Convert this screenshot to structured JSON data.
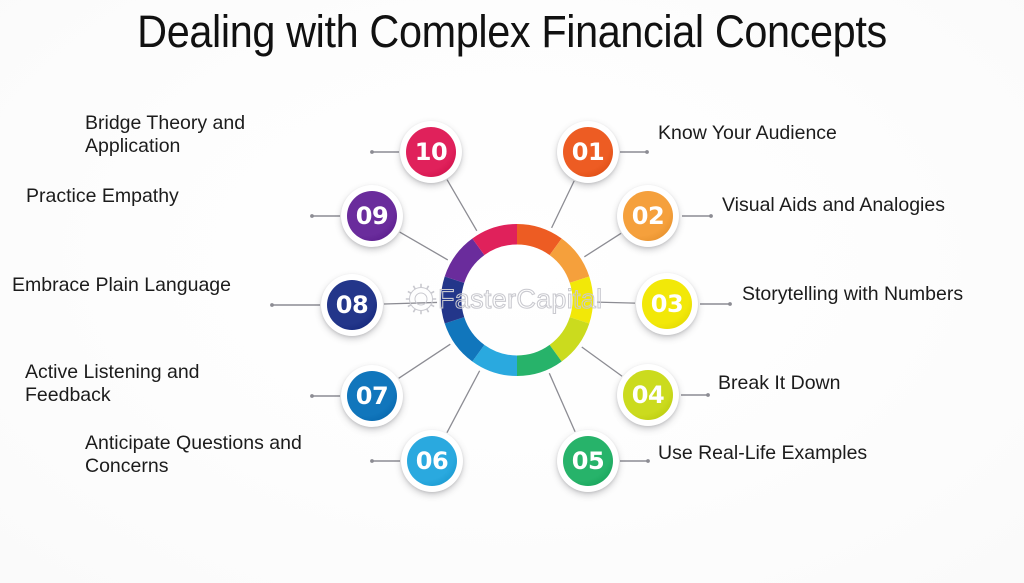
{
  "title": "Dealing with Complex Financial Concepts",
  "watermark": {
    "text": "FasterCapital",
    "icon": "gear-icon"
  },
  "colors": {
    "background": "#ffffff",
    "title_text": "#111111",
    "label_text": "#1c1c1c",
    "connector": "#8c8c93",
    "node_ring": "#ffffff",
    "watermark_stroke": "#c9c9cf"
  },
  "diagram": {
    "type": "circular-numbered-list",
    "center_ring": {
      "segments": 10,
      "inner_color": "#ffffff",
      "segment_colors": [
        "#ED5C23",
        "#F5A03C",
        "#F2E808",
        "#CBDB1E",
        "#27B36A",
        "#2AA9DF",
        "#1176BC",
        "#23368A",
        "#6A2C9C",
        "#E0215B"
      ]
    },
    "nodes": [
      {
        "number": "01",
        "label": "Know Your Audience",
        "color": "#ED5C23",
        "side": "right"
      },
      {
        "number": "02",
        "label": "Visual Aids and Analogies",
        "color": "#F5A03C",
        "side": "right"
      },
      {
        "number": "03",
        "label": "Storytelling with Numbers",
        "color": "#F2E808",
        "side": "right"
      },
      {
        "number": "04",
        "label": "Break It Down",
        "color": "#CBDB1E",
        "side": "right"
      },
      {
        "number": "05",
        "label": "Use Real-Life Examples",
        "color": "#27B36A",
        "side": "right"
      },
      {
        "number": "06",
        "label": "Anticipate Questions and\nConcerns",
        "color": "#2AA9DF",
        "side": "left"
      },
      {
        "number": "07",
        "label": "Active Listening and\nFeedback",
        "color": "#1176BC",
        "side": "left"
      },
      {
        "number": "08",
        "label": "Embrace Plain Language",
        "color": "#23368A",
        "side": "left"
      },
      {
        "number": "09",
        "label": "Practice Empathy",
        "color": "#6A2C9C",
        "side": "left"
      },
      {
        "number": "10",
        "label": "Bridge Theory and\nApplication",
        "color": "#E0215B",
        "side": "left"
      }
    ]
  }
}
